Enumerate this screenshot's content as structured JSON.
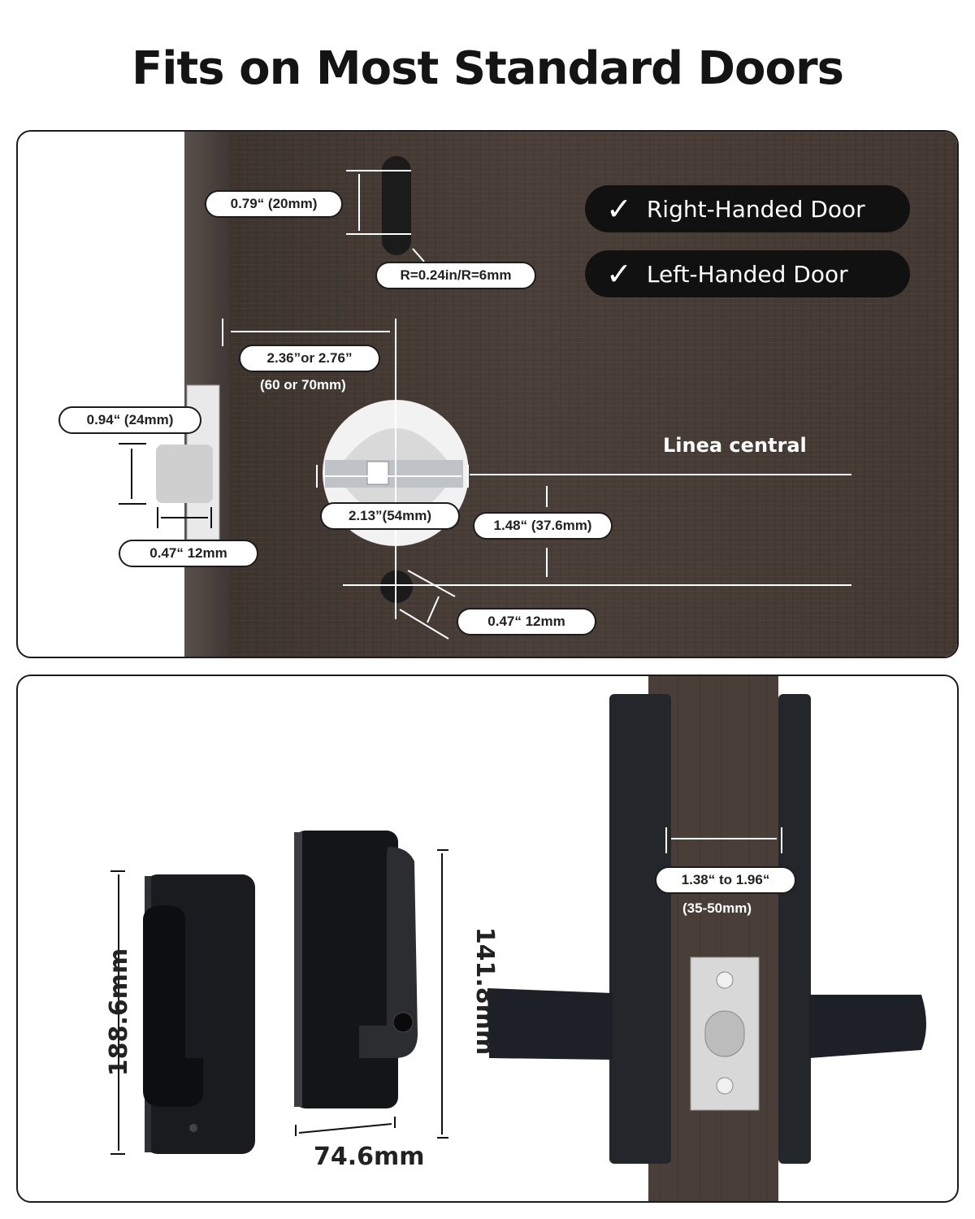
{
  "title": "Fits on Most Standard Doors",
  "top_panel": {
    "hole_height": "0.79“ (20mm)",
    "radius": "R=0.24in/R=6mm",
    "backset": "2.36”or 2.76”",
    "backset_metric": "(60 or 70mm)",
    "latch_face_height": "0.94“ (24mm)",
    "latch_depth": "0.47“ 12mm",
    "bore_diameter": "2.13”(54mm)",
    "center_offset": "1.48“ (37.6mm)",
    "lower_hole": "0.47“ 12mm",
    "center_line": "Linea central",
    "badges": [
      "Right-Handed Door",
      "Left-Handed Door"
    ]
  },
  "bottom_panel": {
    "inside_height": "188.6mm",
    "outside_height": "141.8mm",
    "outside_width": "74.6mm",
    "door_thickness": "1.38“ to 1.96“",
    "door_thickness_metric": "(35-50mm)"
  }
}
